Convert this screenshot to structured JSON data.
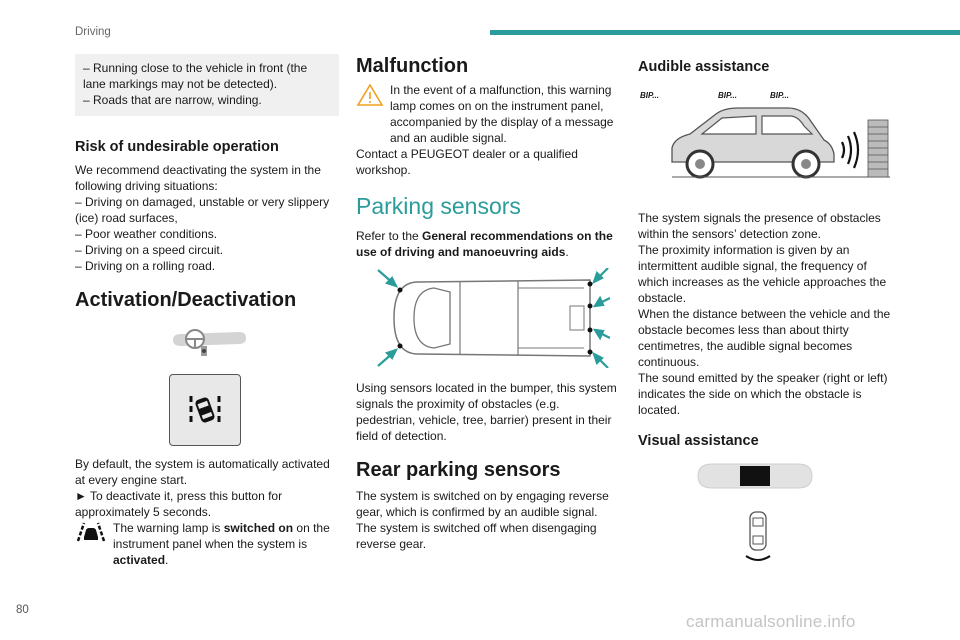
{
  "header": {
    "section": "Driving"
  },
  "footer": {
    "page_number": "80",
    "watermark": "carmanualsonline.info"
  },
  "col1": {
    "note_lines": [
      "– Running close to the vehicle in front (the lane markings may not be detected).",
      "– Roads that are narrow, winding."
    ],
    "risk_title": "Risk of undesirable operation",
    "risk_intro": "We recommend deactivating the system in the following driving situations:",
    "risk_items": [
      "– Driving on damaged, unstable or very slippery (ice) road surfaces,",
      "– Poor weather conditions.",
      "– Driving on a speed circuit.",
      "– Driving on a rolling road."
    ],
    "activation_title": "Activation/Deactivation",
    "default_text": "By default, the system is automatically activated at every engine start.",
    "deactivate_text": "► To deactivate it, press this button for approximately 5 seconds.",
    "lamp_pre": "The warning lamp is ",
    "lamp_bold": "switched on",
    "lamp_post": " on the instrument panel when the system is ",
    "lamp_bold2": "activated",
    "lamp_end": "."
  },
  "col2": {
    "malfunction_title": "Malfunction",
    "malfunction_text": "In the event of a malfunction, this warning lamp comes on on the instrument panel, accompanied by the display of a message and an audible signal.",
    "malfunction_contact": "Contact a PEUGEOT dealer or a qualified workshop.",
    "parking_title": "Parking sensors",
    "refer_pre": "Refer to the ",
    "refer_bold": "General recommendations on the use of driving and manoeuvring aids",
    "refer_post": ".",
    "sensors_text": "Using sensors located in the bumper, this system signals the proximity of obstacles (e.g. pedestrian, vehicle, tree, barrier) present in their field of detection.",
    "rear_title": "Rear parking sensors",
    "rear_text1": "The system is switched on by engaging reverse gear, which is confirmed by an audible signal.",
    "rear_text2": "The system is switched off when disengaging reverse gear."
  },
  "col3": {
    "audible_title": "Audible assistance",
    "bip_labels": [
      "BIP...",
      "BIP...",
      "BIP..."
    ],
    "audible_p1": "The system signals the presence of obstacles within the sensors’ detection zone.",
    "audible_p2": "The proximity information is given by an intermittent audible signal, the frequency of which increases as the vehicle approaches the obstacle.",
    "audible_p3": "When the distance between the vehicle and the obstacle becomes less than about thirty centimetres, the audible signal becomes continuous.",
    "audible_p4": "The sound emitted by the speaker (right or left) indicates the side on which the obstacle is located.",
    "visual_title": "Visual assistance"
  },
  "colors": {
    "accent": "#2a9c9a",
    "note_bg": "#f0f0f0",
    "warning": "#f0a020"
  }
}
